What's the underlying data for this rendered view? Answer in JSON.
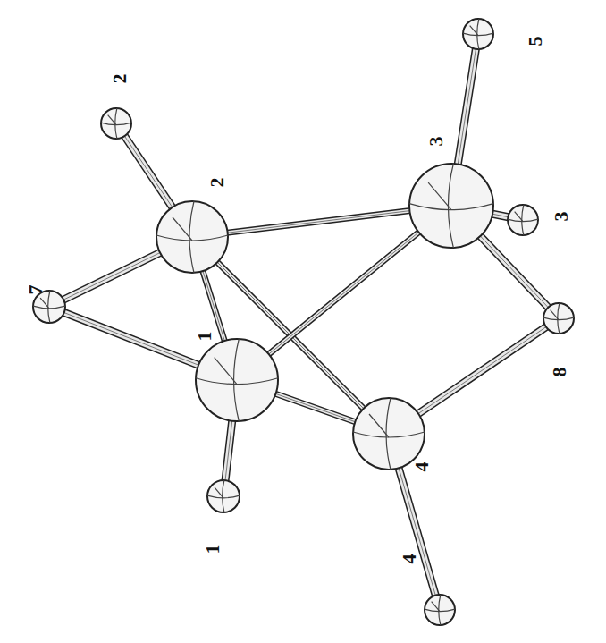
{
  "diagram": {
    "labels": [
      "7",
      "2",
      "2",
      "3",
      "5",
      "1",
      "3",
      "1",
      "8",
      "4",
      "4"
    ]
  }
}
